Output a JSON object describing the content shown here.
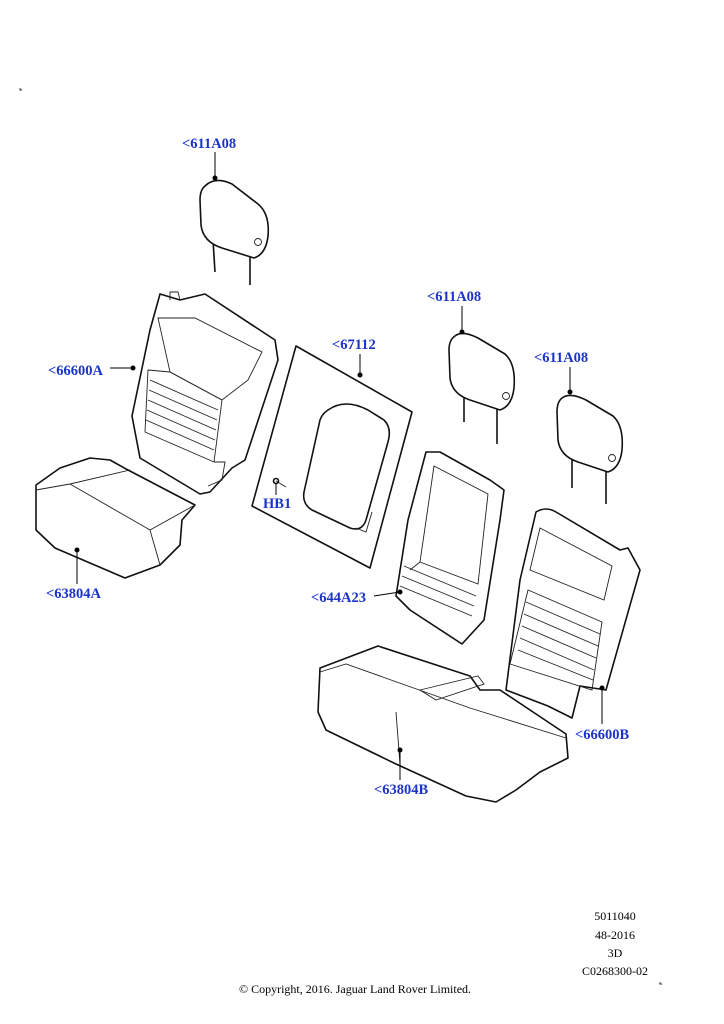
{
  "accent_color": "#1a33c8",
  "callouts": {
    "headrest_left": "<611A08",
    "headrest_center": "<611A08",
    "headrest_right": "<611A08",
    "backrest_left": "<66600A",
    "armrest_panel": "<67112",
    "bolt": "HB1",
    "cushion_left": "<63804A",
    "center_back": "<644A23",
    "backrest_right": "<66600B",
    "cushion_right": "<63804B"
  },
  "reference": {
    "line1": "5011040",
    "line2": "48-2016",
    "line3": "3D",
    "line4": "C0268300-02"
  },
  "copyright": "© Copyright, 2016. Jaguar Land Rover Limited."
}
